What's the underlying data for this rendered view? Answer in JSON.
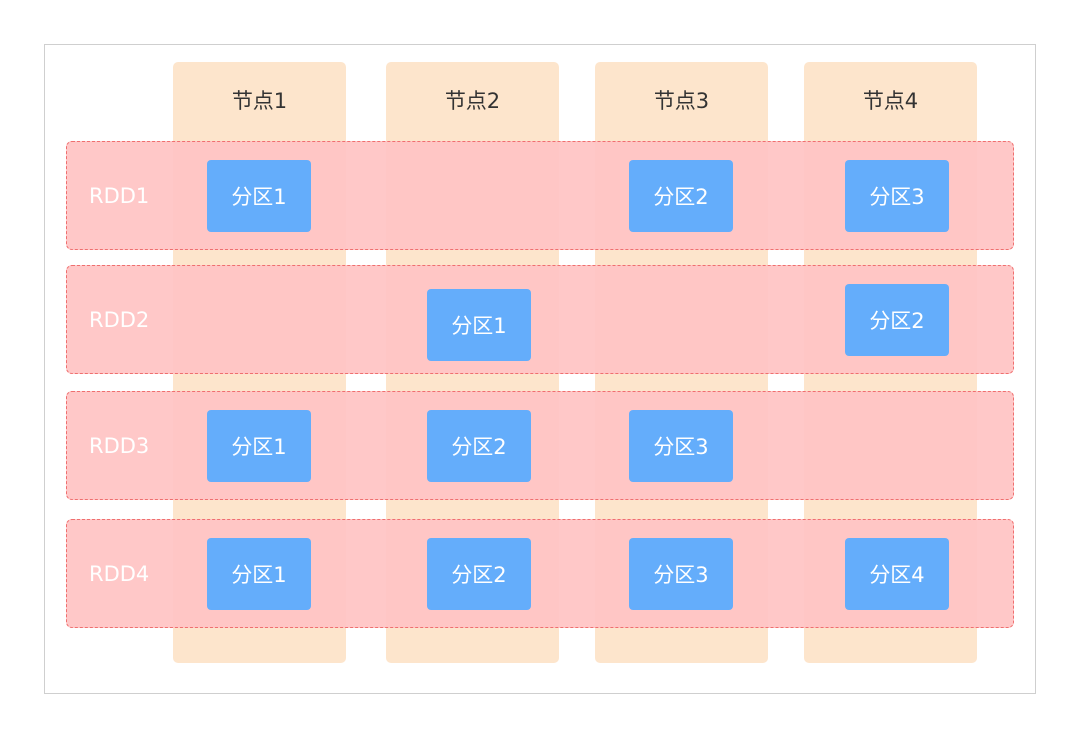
{
  "nodes": [
    {
      "label": "节点1"
    },
    {
      "label": "节点2"
    },
    {
      "label": "节点3"
    },
    {
      "label": "节点4"
    }
  ],
  "rdds": [
    {
      "label": "RDD1",
      "partitions": [
        {
          "label": "分区1",
          "node": 1
        },
        {
          "label": "分区2",
          "node": 3
        },
        {
          "label": "分区3",
          "node": 4
        }
      ]
    },
    {
      "label": "RDD2",
      "partitions": [
        {
          "label": "分区1",
          "node": 2
        },
        {
          "label": "分区2",
          "node": 4
        }
      ]
    },
    {
      "label": "RDD3",
      "partitions": [
        {
          "label": "分区1",
          "node": 1
        },
        {
          "label": "分区2",
          "node": 2
        },
        {
          "label": "分区3",
          "node": 3
        }
      ]
    },
    {
      "label": "RDD4",
      "partitions": [
        {
          "label": "分区1",
          "node": 1
        },
        {
          "label": "分区2",
          "node": 2
        },
        {
          "label": "分区3",
          "node": 3
        },
        {
          "label": "分区4",
          "node": 4
        }
      ]
    }
  ],
  "colors": {
    "node_fill": "#fde5cc",
    "rdd_fill": "#ffc4c4",
    "rdd_border": "#ef6f6f",
    "partition_fill": "#64adfb",
    "partition_text": "#ffffff",
    "rdd_label_text": "#ffffff",
    "node_label_text": "#333333"
  }
}
